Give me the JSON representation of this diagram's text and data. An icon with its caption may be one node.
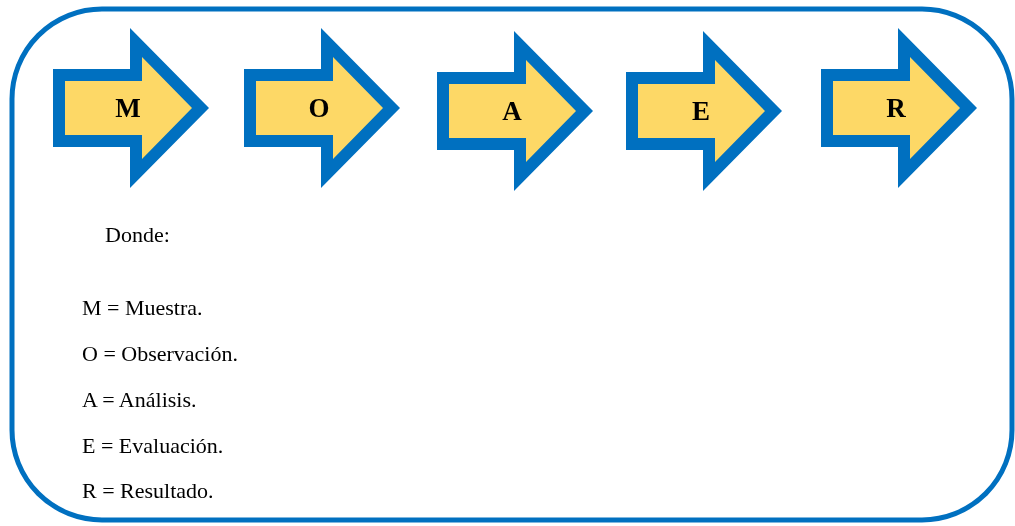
{
  "diagram": {
    "nodes": [
      {
        "text": [
          "M"
        ]
      },
      {
        "text": [
          "O"
        ]
      },
      {
        "text": [
          "A"
        ]
      },
      {
        "text": [
          "E"
        ]
      },
      {
        "text": [
          "R"
        ]
      }
    ],
    "labels": [
      "Donde:",
      "M = Muestra.",
      "O = Observación.",
      "A = Análisis.",
      "E = Evaluación.",
      "R = Resultado."
    ]
  }
}
